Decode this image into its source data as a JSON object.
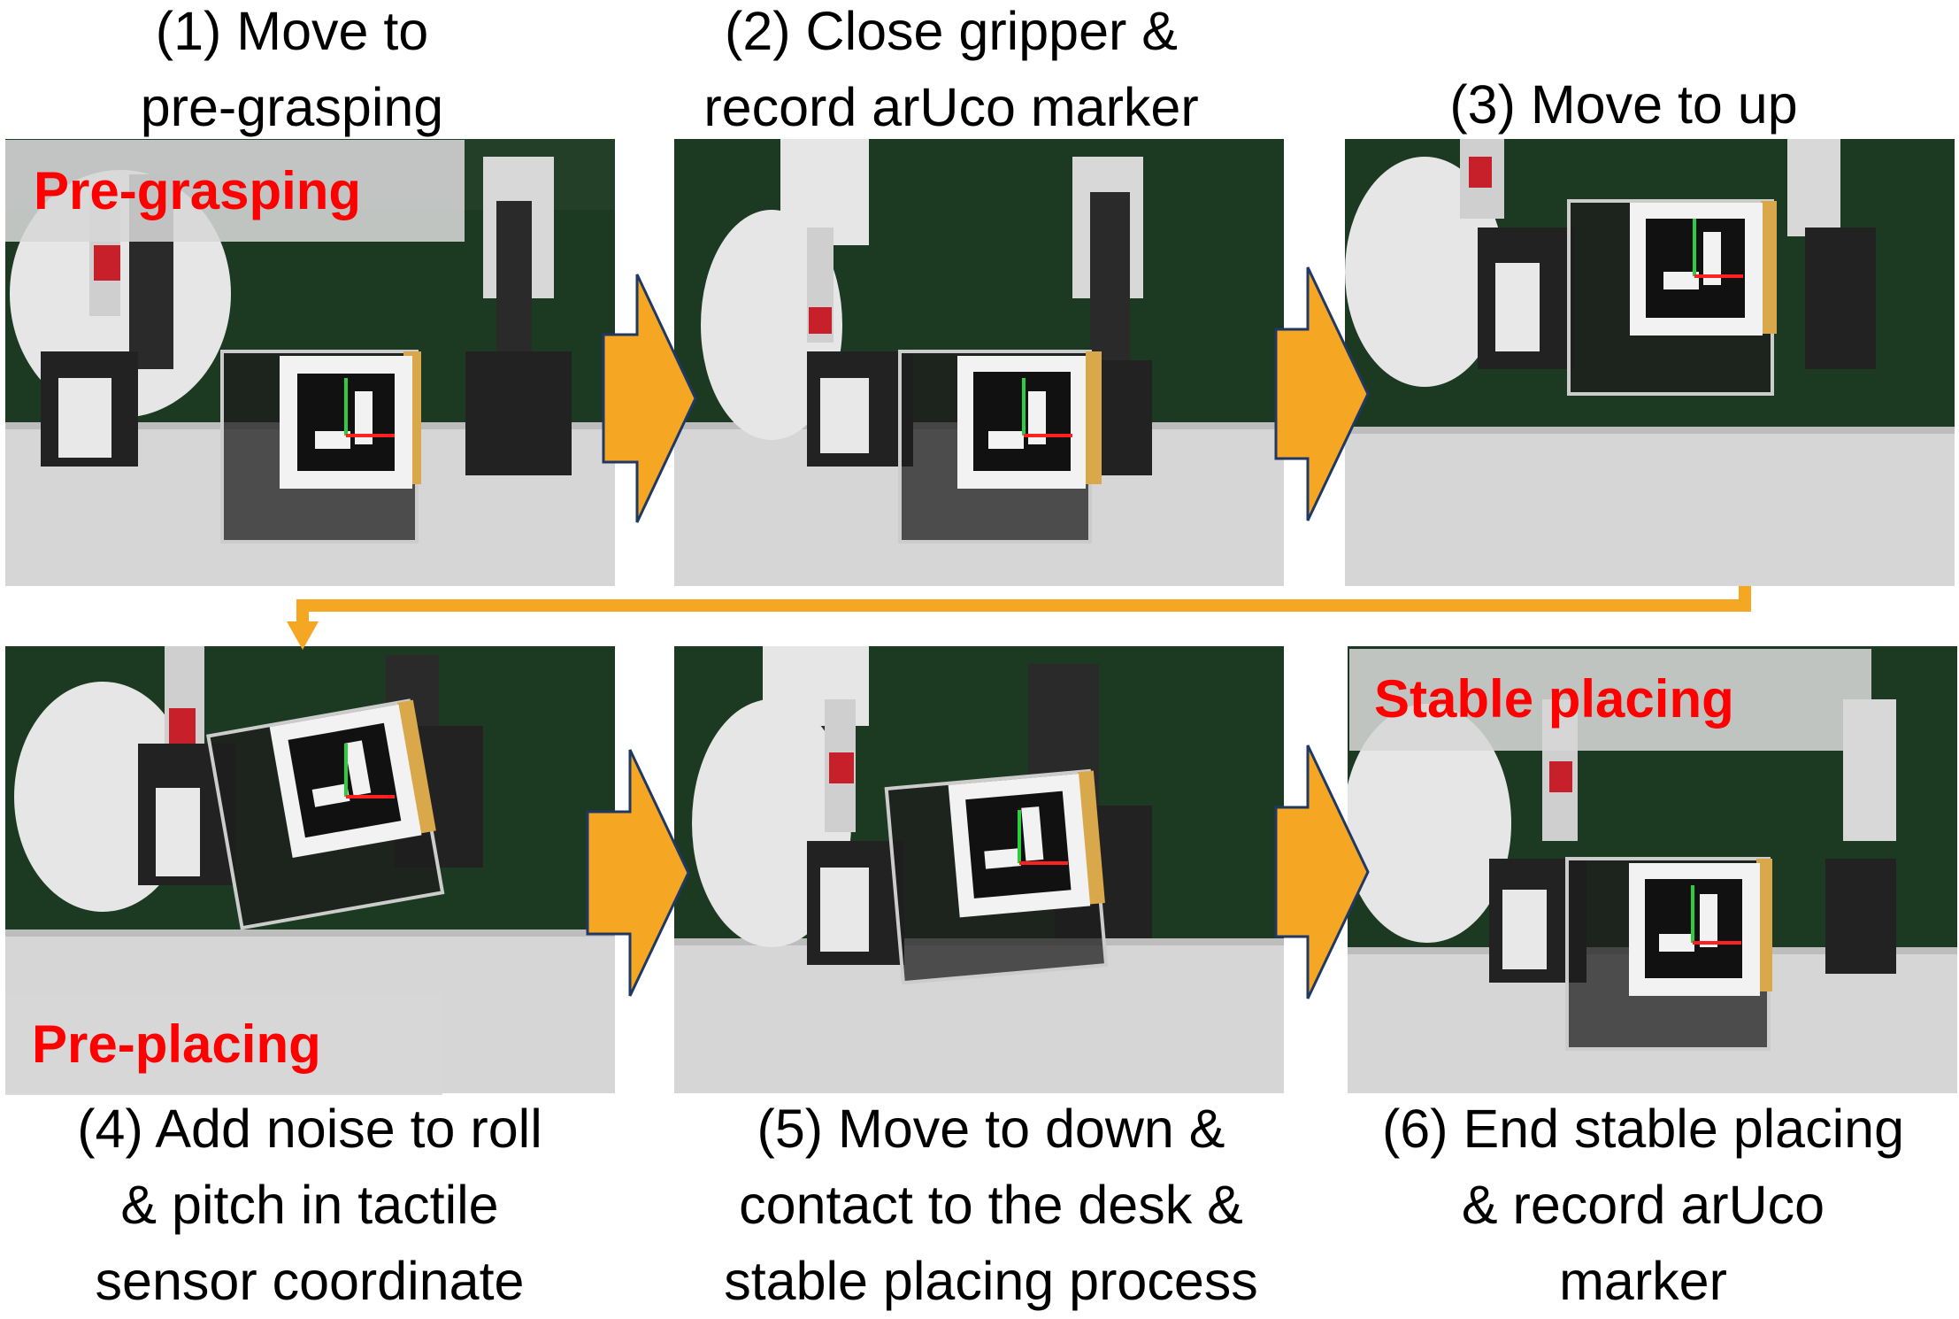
{
  "steps": [
    {
      "lines": [
        "(1) Move to",
        "pre-grasping"
      ]
    },
    {
      "lines": [
        "(2) Close gripper &",
        "record arUco marker"
      ]
    },
    {
      "lines": [
        "(3) Move to up"
      ]
    },
    {
      "lines": [
        "(4) Add noise to roll",
        "& pitch in tactile",
        "sensor coordinate"
      ]
    },
    {
      "lines": [
        "(5) Move to down &",
        "contact to the desk &",
        "stable placing process"
      ]
    },
    {
      "lines": [
        "(6) End stable placing",
        "& record arUco",
        "marker"
      ]
    }
  ],
  "overlays": {
    "pre_grasping": "Pre-grasping",
    "pre_placing": "Pre-placing",
    "stable_placing": "Stable placing"
  },
  "colors": {
    "arrow": "#F5A623",
    "arrow_outline": "#1F3864",
    "label": "#FF0000",
    "background": "#1C3A22",
    "desk": "#D9D9D9"
  }
}
